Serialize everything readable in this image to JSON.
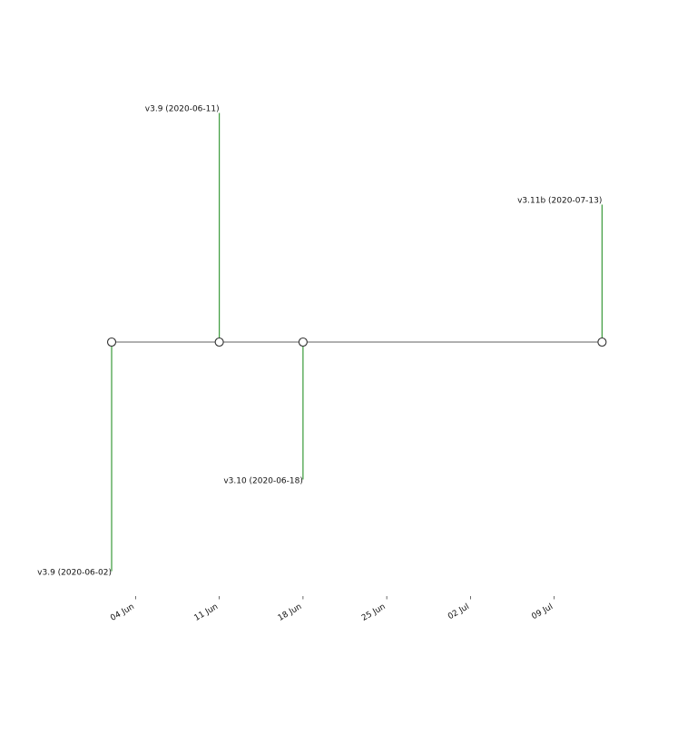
{
  "chart_data": {
    "type": "timeline",
    "title": "",
    "xlabel": "",
    "ylabel": "",
    "x_range": [
      "2020-05-31",
      "2020-07-17"
    ],
    "events": [
      {
        "date": "2020-06-02",
        "label": "v3.9 (2020-06-02)",
        "level": -5
      },
      {
        "date": "2020-06-11",
        "label": "v3.9 (2020-06-11)",
        "level": 5
      },
      {
        "date": "2020-06-18",
        "label": "v3.10 (2020-06-18)",
        "level": -3
      },
      {
        "date": "2020-07-13",
        "label": "v3.11b (2020-07-13)",
        "level": 3
      }
    ],
    "tick_dates": [
      "2020-06-04",
      "2020-06-11",
      "2020-06-18",
      "2020-06-25",
      "2020-07-02",
      "2020-07-09"
    ],
    "tick_labels": [
      "04 Jun",
      "11 Jun",
      "18 Jun",
      "25 Jun",
      "02 Jul",
      "09 Jul"
    ],
    "stem_color": "#3a9a3a",
    "line_color": "#808080",
    "marker_face": "#ffffff",
    "marker_edge": "#333333",
    "grid": false,
    "legend": "none"
  }
}
